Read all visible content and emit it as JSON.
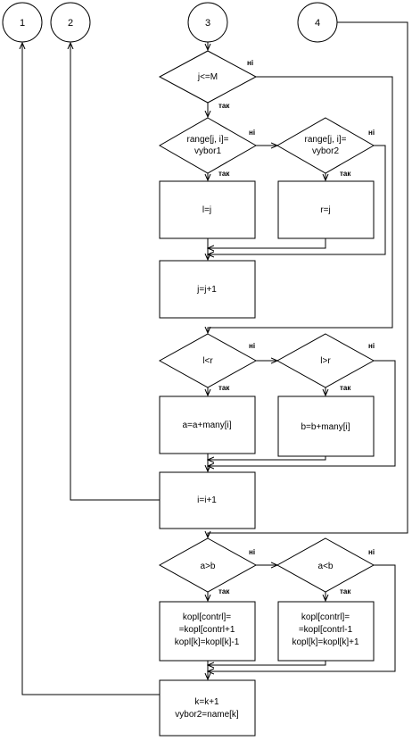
{
  "connectors": [
    "1",
    "2",
    "3",
    "4"
  ],
  "branch_labels": {
    "no": "ні",
    "yes": "так"
  },
  "decisions": {
    "j_le_M": "j<=M",
    "range_vybor1": [
      "range[j, i]=",
      "vybor1"
    ],
    "range_vybor2": [
      "range[j, i]=",
      "vybor2"
    ],
    "l_lt_r": "l<r",
    "l_gt_r": "l>r",
    "a_gt_b": "a>b",
    "a_lt_b": "a<b"
  },
  "processes": {
    "l_eq_j": "l=j",
    "r_eq_j": "r=j",
    "j_inc": "j=j+1",
    "a_add": "a=a+many[i]",
    "b_add": "b=b+many[i]",
    "i_inc": "i=i+1",
    "kopl_plus": [
      "kopl[contrl]=",
      "=kopl[contrl+1",
      "kopl[k]=kopl[k]-1"
    ],
    "kopl_minus": [
      "kopl[contrl]=",
      "=kopl[contrl-1",
      "kopl[k]=kopl[k]+1"
    ],
    "final": [
      "k=k+1",
      "vybor2=name[k]"
    ]
  }
}
